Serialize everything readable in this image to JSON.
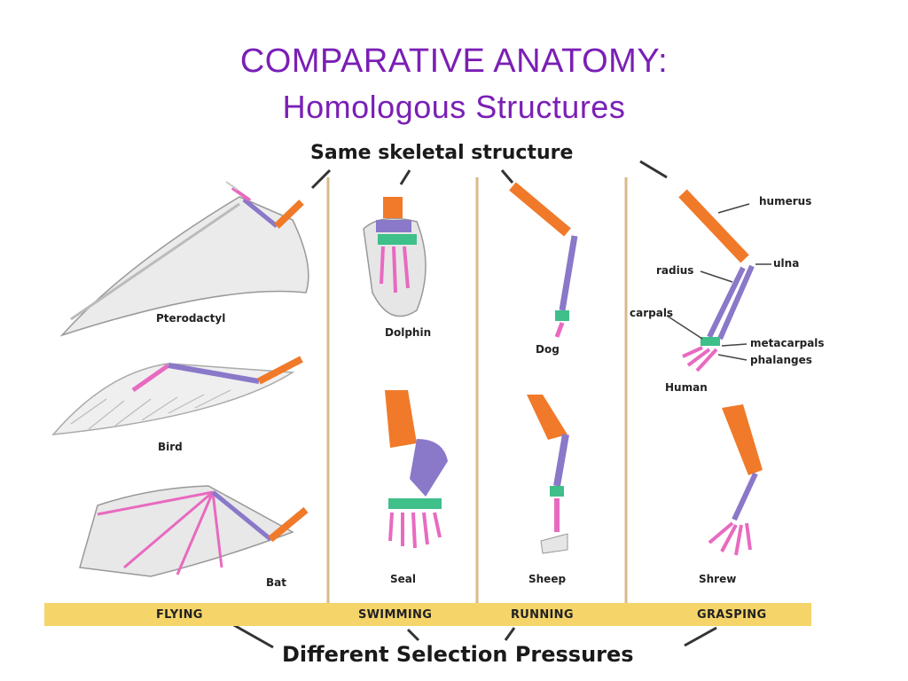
{
  "title": {
    "line1": "COMPARATIVE ANATOMY:",
    "line2": "Homologous Structures"
  },
  "top_heading": "Same skeletal structure",
  "bottom_heading": "Different Selection Pressures",
  "animals": {
    "pterodactyl": "Pterodactyl",
    "bird": "Bird",
    "bat": "Bat",
    "dolphin": "Dolphin",
    "seal": "Seal",
    "dog": "Dog",
    "sheep": "Sheep",
    "human": "Human",
    "shrew": "Shrew"
  },
  "bone_labels": {
    "humerus": "humerus",
    "radius": "radius",
    "ulna": "ulna",
    "carpals": "carpals",
    "metacarpals": "metacarpals",
    "phalanges": "phalanges"
  },
  "categories": {
    "flying": "FLYING",
    "swimming": "SWIMMING",
    "running": "RUNNING",
    "grasping": "GRASPING"
  },
  "colors": {
    "title": "#7a1fb5",
    "humerus": "#f07a2a",
    "radius_ulna": "#8a78c8",
    "carpals": "#3fbf8a",
    "phalanges": "#e86ac0",
    "band": "#f5d46a",
    "divider": "#d9b98a"
  }
}
